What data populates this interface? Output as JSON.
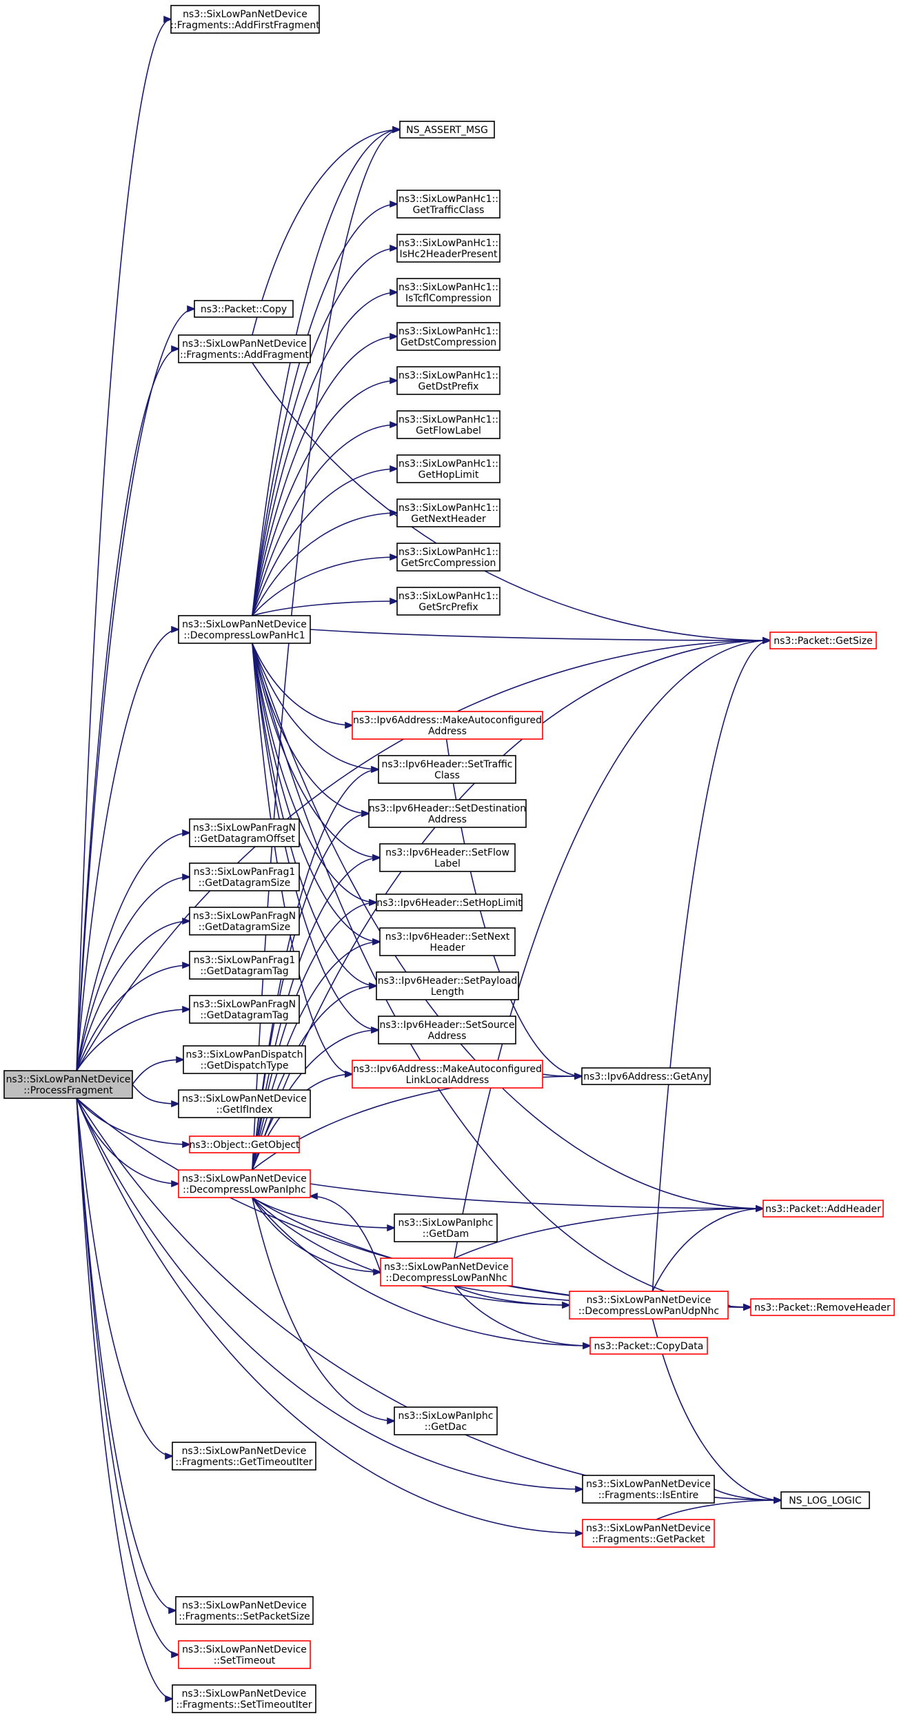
{
  "colors": {
    "edge": "#191970",
    "node_border": "#000000",
    "node_border_truncated": "#ff0000",
    "root_fill": "#bfbfbf",
    "node_fill": "#ffffff"
  },
  "nodes": [
    {
      "id": "processFragment",
      "lines": [
        "ns3::SixLowPanNetDevice",
        "::ProcessFragment"
      ],
      "style": "root"
    },
    {
      "id": "addFirstFragment",
      "lines": [
        "ns3::SixLowPanNetDevice",
        "::Fragments::AddFirstFragment"
      ],
      "style": "normal"
    },
    {
      "id": "packetCopy",
      "lines": [
        "ns3::Packet::Copy"
      ],
      "style": "normal"
    },
    {
      "id": "addFragment",
      "lines": [
        "ns3::SixLowPanNetDevice",
        "::Fragments::AddFragment"
      ],
      "style": "normal"
    },
    {
      "id": "nsAssertMsg",
      "lines": [
        "NS_ASSERT_MSG"
      ],
      "style": "normal"
    },
    {
      "id": "getTrafficClass",
      "lines": [
        "ns3::SixLowPanHc1::",
        "GetTrafficClass"
      ],
      "style": "normal"
    },
    {
      "id": "isHc2",
      "lines": [
        "ns3::SixLowPanHc1::",
        "IsHc2HeaderPresent"
      ],
      "style": "normal"
    },
    {
      "id": "isTcfl",
      "lines": [
        "ns3::SixLowPanHc1::",
        "IsTcflCompression"
      ],
      "style": "normal"
    },
    {
      "id": "getDstCompression",
      "lines": [
        "ns3::SixLowPanHc1::",
        "GetDstCompression"
      ],
      "style": "normal"
    },
    {
      "id": "getDstPrefix",
      "lines": [
        "ns3::SixLowPanHc1::",
        "GetDstPrefix"
      ],
      "style": "normal"
    },
    {
      "id": "getFlowLabel",
      "lines": [
        "ns3::SixLowPanHc1::",
        "GetFlowLabel"
      ],
      "style": "normal"
    },
    {
      "id": "getHopLimit",
      "lines": [
        "ns3::SixLowPanHc1::",
        "GetHopLimit"
      ],
      "style": "normal"
    },
    {
      "id": "getNextHeader",
      "lines": [
        "ns3::SixLowPanHc1::",
        "GetNextHeader"
      ],
      "style": "normal"
    },
    {
      "id": "getSrcCompression",
      "lines": [
        "ns3::SixLowPanHc1::",
        "GetSrcCompression"
      ],
      "style": "normal"
    },
    {
      "id": "getSrcPrefix",
      "lines": [
        "ns3::SixLowPanHc1::",
        "GetSrcPrefix"
      ],
      "style": "normal"
    },
    {
      "id": "decompressHc1",
      "lines": [
        "ns3::SixLowPanNetDevice",
        "::DecompressLowPanHc1"
      ],
      "style": "normal"
    },
    {
      "id": "packetGetSize",
      "lines": [
        "ns3::Packet::GetSize"
      ],
      "style": "truncated"
    },
    {
      "id": "makeAutoconfAddr",
      "lines": [
        "ns3::Ipv6Address::MakeAutoconfigured",
        "Address"
      ],
      "style": "truncated"
    },
    {
      "id": "setTrafficClass",
      "lines": [
        "ns3::Ipv6Header::SetTraffic",
        "Class"
      ],
      "style": "normal"
    },
    {
      "id": "setDestAddress",
      "lines": [
        "ns3::Ipv6Header::SetDestination",
        "Address"
      ],
      "style": "normal"
    },
    {
      "id": "setFlowLabel",
      "lines": [
        "ns3::Ipv6Header::SetFlow",
        "Label"
      ],
      "style": "normal"
    },
    {
      "id": "setHopLimit",
      "lines": [
        "ns3::Ipv6Header::SetHopLimit"
      ],
      "style": "normal"
    },
    {
      "id": "setNextHeader",
      "lines": [
        "ns3::Ipv6Header::SetNext",
        "Header"
      ],
      "style": "normal"
    },
    {
      "id": "setPayloadLength",
      "lines": [
        "ns3::Ipv6Header::SetPayload",
        "Length"
      ],
      "style": "normal"
    },
    {
      "id": "setSourceAddress",
      "lines": [
        "ns3::Ipv6Header::SetSource",
        "Address"
      ],
      "style": "normal"
    },
    {
      "id": "makeAutoconfLinkLocal",
      "lines": [
        "ns3::Ipv6Address::MakeAutoconfigured",
        "LinkLocalAddress"
      ],
      "style": "truncated"
    },
    {
      "id": "ipv6GetAny",
      "lines": [
        "ns3::Ipv6Address::GetAny"
      ],
      "style": "normal"
    },
    {
      "id": "fragNGetDatagramOffset",
      "lines": [
        "ns3::SixLowPanFragN",
        "::GetDatagramOffset"
      ],
      "style": "normal"
    },
    {
      "id": "frag1GetDatagramSize",
      "lines": [
        "ns3::SixLowPanFrag1",
        "::GetDatagramSize"
      ],
      "style": "normal"
    },
    {
      "id": "fragNGetDatagramSize",
      "lines": [
        "ns3::SixLowPanFragN",
        "::GetDatagramSize"
      ],
      "style": "normal"
    },
    {
      "id": "frag1GetDatagramTag",
      "lines": [
        "ns3::SixLowPanFrag1",
        "::GetDatagramTag"
      ],
      "style": "normal"
    },
    {
      "id": "fragNGetDatagramTag",
      "lines": [
        "ns3::SixLowPanFragN",
        "::GetDatagramTag"
      ],
      "style": "normal"
    },
    {
      "id": "getDispatchType",
      "lines": [
        "ns3::SixLowPanDispatch",
        "::GetDispatchType"
      ],
      "style": "normal"
    },
    {
      "id": "getIfIndex",
      "lines": [
        "ns3::SixLowPanNetDevice",
        "::GetIfIndex"
      ],
      "style": "normal"
    },
    {
      "id": "getObject",
      "lines": [
        "ns3::Object::GetObject"
      ],
      "style": "truncated"
    },
    {
      "id": "decompressIphc",
      "lines": [
        "ns3::SixLowPanNetDevice",
        "::DecompressLowPanIphc"
      ],
      "style": "truncated"
    },
    {
      "id": "packetAddHeader",
      "lines": [
        "ns3::Packet::AddHeader"
      ],
      "style": "truncated"
    },
    {
      "id": "iphcGetDam",
      "lines": [
        "ns3::SixLowPanIphc",
        "::GetDam"
      ],
      "style": "normal"
    },
    {
      "id": "decompressNhc",
      "lines": [
        "ns3::SixLowPanNetDevice",
        "::DecompressLowPanNhc"
      ],
      "style": "truncated"
    },
    {
      "id": "decompressUdpNhc",
      "lines": [
        "ns3::SixLowPanNetDevice",
        "::DecompressLowPanUdpNhc"
      ],
      "style": "truncated"
    },
    {
      "id": "packetRemoveHeader",
      "lines": [
        "ns3::Packet::RemoveHeader"
      ],
      "style": "truncated"
    },
    {
      "id": "packetCopyData",
      "lines": [
        "ns3::Packet::CopyData"
      ],
      "style": "truncated"
    },
    {
      "id": "iphcGetDac",
      "lines": [
        "ns3::SixLowPanIphc",
        "::GetDac"
      ],
      "style": "normal"
    },
    {
      "id": "getTimeoutIter",
      "lines": [
        "ns3::SixLowPanNetDevice",
        "::Fragments::GetTimeoutIter"
      ],
      "style": "normal"
    },
    {
      "id": "isEntire",
      "lines": [
        "ns3::SixLowPanNetDevice",
        "::Fragments::IsEntire"
      ],
      "style": "normal"
    },
    {
      "id": "nsLogLogic",
      "lines": [
        "NS_LOG_LOGIC"
      ],
      "style": "normal"
    },
    {
      "id": "getPacket",
      "lines": [
        "ns3::SixLowPanNetDevice",
        "::Fragments::GetPacket"
      ],
      "style": "truncated"
    },
    {
      "id": "setPacketSize",
      "lines": [
        "ns3::SixLowPanNetDevice",
        "::Fragments::SetPacketSize"
      ],
      "style": "normal"
    },
    {
      "id": "setTimeout",
      "lines": [
        "ns3::SixLowPanNetDevice",
        "::SetTimeout"
      ],
      "style": "truncated"
    },
    {
      "id": "setTimeoutIter",
      "lines": [
        "ns3::SixLowPanNetDevice",
        "::Fragments::SetTimeoutIter"
      ],
      "style": "normal"
    }
  ],
  "edges": [
    [
      "processFragment",
      "addFirstFragment"
    ],
    [
      "processFragment",
      "packetCopy"
    ],
    [
      "processFragment",
      "packetGetSize"
    ],
    [
      "processFragment",
      "addFragment"
    ],
    [
      "processFragment",
      "decompressHc1"
    ],
    [
      "processFragment",
      "fragNGetDatagramOffset"
    ],
    [
      "processFragment",
      "frag1GetDatagramSize"
    ],
    [
      "processFragment",
      "fragNGetDatagramSize"
    ],
    [
      "processFragment",
      "frag1GetDatagramTag"
    ],
    [
      "processFragment",
      "fragNGetDatagramTag"
    ],
    [
      "processFragment",
      "getDispatchType"
    ],
    [
      "processFragment",
      "getIfIndex"
    ],
    [
      "processFragment",
      "getObject"
    ],
    [
      "processFragment",
      "decompressIphc"
    ],
    [
      "processFragment",
      "packetRemoveHeader"
    ],
    [
      "processFragment",
      "getTimeoutIter"
    ],
    [
      "processFragment",
      "isEntire"
    ],
    [
      "processFragment",
      "getPacket"
    ],
    [
      "processFragment",
      "nsLogLogic"
    ],
    [
      "processFragment",
      "setPacketSize"
    ],
    [
      "processFragment",
      "setTimeout"
    ],
    [
      "processFragment",
      "setTimeoutIter"
    ],
    [
      "addFragment",
      "nsAssertMsg"
    ],
    [
      "addFragment",
      "packetGetSize"
    ],
    [
      "decompressHc1",
      "nsAssertMsg"
    ],
    [
      "decompressHc1",
      "getTrafficClass"
    ],
    [
      "decompressHc1",
      "isHc2"
    ],
    [
      "decompressHc1",
      "isTcfl"
    ],
    [
      "decompressHc1",
      "getDstCompression"
    ],
    [
      "decompressHc1",
      "getDstPrefix"
    ],
    [
      "decompressHc1",
      "getFlowLabel"
    ],
    [
      "decompressHc1",
      "getHopLimit"
    ],
    [
      "decompressHc1",
      "getNextHeader"
    ],
    [
      "decompressHc1",
      "getSrcCompression"
    ],
    [
      "decompressHc1",
      "getSrcPrefix"
    ],
    [
      "decompressHc1",
      "packetGetSize"
    ],
    [
      "decompressHc1",
      "makeAutoconfAddr"
    ],
    [
      "decompressHc1",
      "setTrafficClass"
    ],
    [
      "decompressHc1",
      "setDestAddress"
    ],
    [
      "decompressHc1",
      "setFlowLabel"
    ],
    [
      "decompressHc1",
      "setHopLimit"
    ],
    [
      "decompressHc1",
      "setNextHeader"
    ],
    [
      "decompressHc1",
      "setPayloadLength"
    ],
    [
      "decompressHc1",
      "setSourceAddress"
    ],
    [
      "decompressHc1",
      "makeAutoconfLinkLocal"
    ],
    [
      "decompressHc1",
      "packetAddHeader"
    ],
    [
      "decompressHc1",
      "packetRemoveHeader"
    ],
    [
      "makeAutoconfAddr",
      "ipv6GetAny"
    ],
    [
      "makeAutoconfLinkLocal",
      "ipv6GetAny"
    ],
    [
      "decompressIphc",
      "nsAssertMsg"
    ],
    [
      "decompressIphc",
      "setTrafficClass"
    ],
    [
      "decompressIphc",
      "setDestAddress"
    ],
    [
      "decompressIphc",
      "setFlowLabel"
    ],
    [
      "decompressIphc",
      "setHopLimit"
    ],
    [
      "decompressIphc",
      "setNextHeader"
    ],
    [
      "decompressIphc",
      "setPayloadLength"
    ],
    [
      "decompressIphc",
      "setSourceAddress"
    ],
    [
      "decompressIphc",
      "makeAutoconfLinkLocal"
    ],
    [
      "decompressIphc",
      "ipv6GetAny"
    ],
    [
      "decompressIphc",
      "packetGetSize"
    ],
    [
      "decompressIphc",
      "packetAddHeader"
    ],
    [
      "decompressIphc",
      "iphcGetDam"
    ],
    [
      "decompressIphc",
      "decompressNhc"
    ],
    [
      "decompressIphc",
      "decompressUdpNhc"
    ],
    [
      "decompressIphc",
      "packetCopyData"
    ],
    [
      "decompressIphc",
      "packetRemoveHeader"
    ],
    [
      "decompressIphc",
      "iphcGetDac"
    ],
    [
      "decompressNhc",
      "decompressIphc"
    ],
    [
      "decompressNhc",
      "packetGetSize"
    ],
    [
      "decompressNhc",
      "packetAddHeader"
    ],
    [
      "decompressNhc",
      "decompressUdpNhc"
    ],
    [
      "decompressNhc",
      "packetRemoveHeader"
    ],
    [
      "decompressNhc",
      "packetCopyData"
    ],
    [
      "decompressUdpNhc",
      "packetGetSize"
    ],
    [
      "decompressUdpNhc",
      "packetAddHeader"
    ],
    [
      "decompressUdpNhc",
      "packetRemoveHeader"
    ],
    [
      "decompressUdpNhc",
      "nsLogLogic"
    ],
    [
      "isEntire",
      "nsLogLogic"
    ],
    [
      "getPacket",
      "nsLogLogic"
    ]
  ]
}
